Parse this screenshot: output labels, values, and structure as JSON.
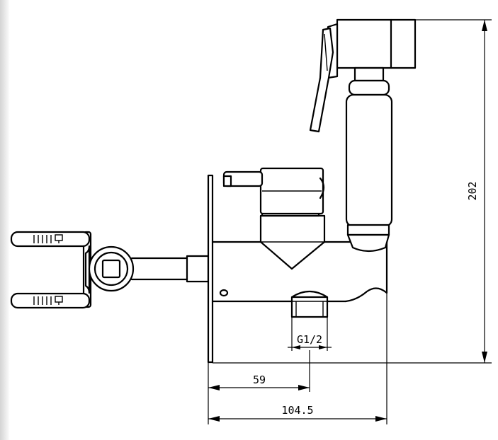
{
  "dimensions": {
    "height": "202",
    "depth_to_outlet": "59",
    "total_depth": "104.5",
    "thread": "G1/2"
  }
}
